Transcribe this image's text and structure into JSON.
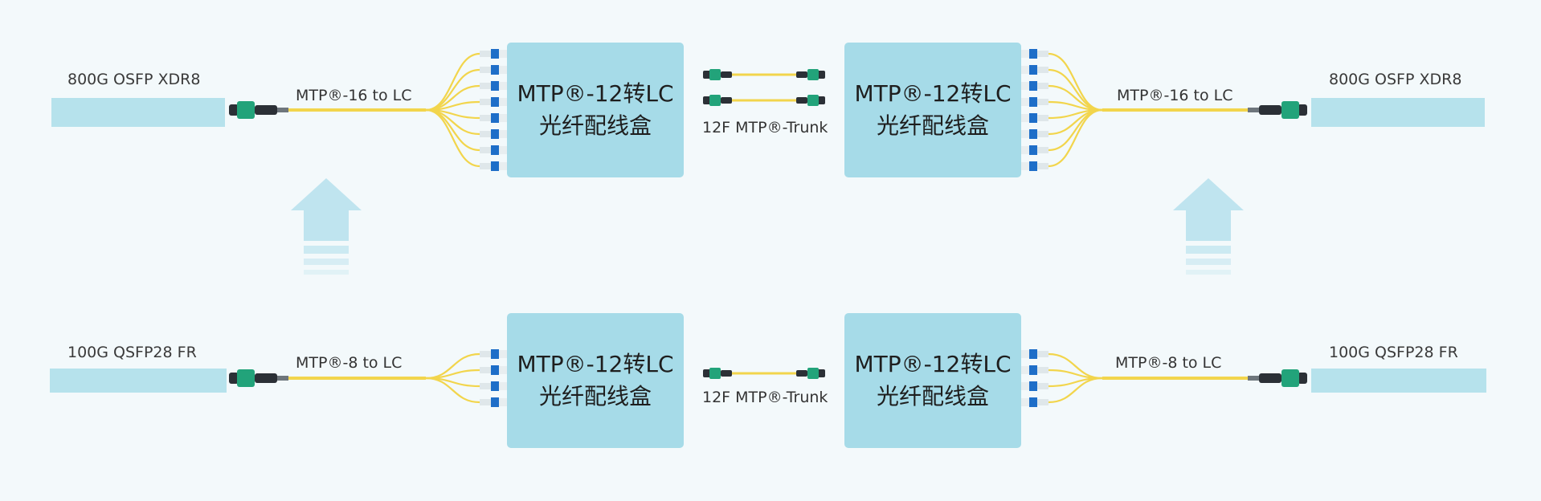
{
  "colors": {
    "background": "#f3f9fb",
    "module": "#b6e2ec",
    "box": "#a6dbe8",
    "fiber": "#f2d54c",
    "mtp_connector": "#22a37a",
    "lc_connector": "#1e6ec8",
    "arrow": "#bfe4ef"
  },
  "top_row": {
    "left_module": "800G OSFP XDR8",
    "right_module": "800G OSFP XDR8",
    "left_cable": "MTP®-16 to LC",
    "right_cable": "MTP®-16 to LC",
    "trunk": "12F MTP®-Trunk",
    "box_left": [
      "MTP®-12转LC",
      "光纤配线盒"
    ],
    "box_right": [
      "MTP®-12转LC",
      "光纤配线盒"
    ],
    "lc_count": 8,
    "trunk_count": 2
  },
  "bottom_row": {
    "left_module": "100G QSFP28 FR",
    "right_module": "100G QSFP28 FR",
    "left_cable": "MTP®-8 to LC",
    "right_cable": "MTP®-8 to LC",
    "trunk": "12F MTP®-Trunk",
    "box_left": [
      "MTP®-12转LC",
      "光纤配线盒"
    ],
    "box_right": [
      "MTP®-12转LC",
      "光纤配线盒"
    ],
    "lc_count": 4,
    "trunk_count": 1
  },
  "upgrade_arrows": [
    "up-arrow",
    "up-arrow"
  ]
}
